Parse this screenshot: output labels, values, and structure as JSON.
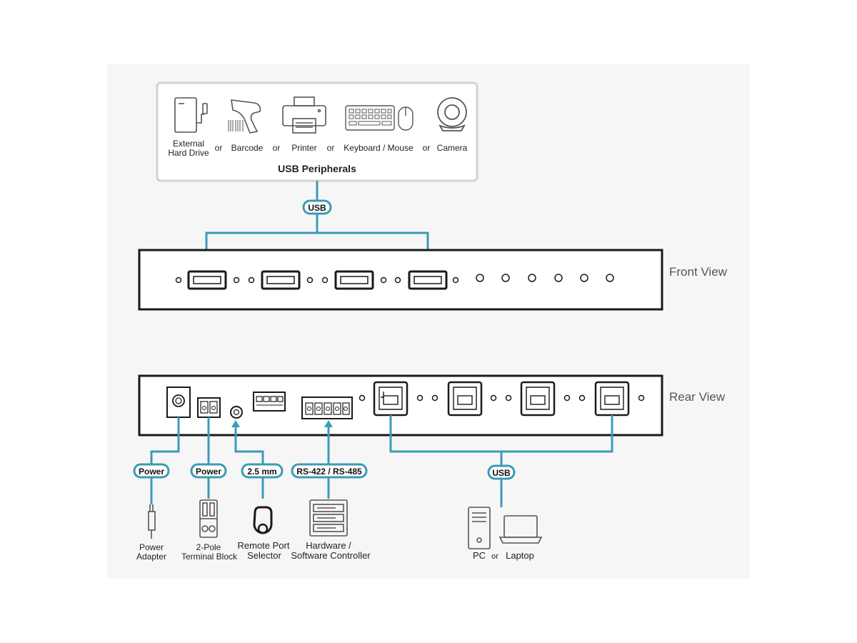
{
  "colors": {
    "panel_bg": "#f6f6f6",
    "wire": "#3c9bb5",
    "icon_stroke": "#555555",
    "device_stroke": "#1a1a1a"
  },
  "usb_peripherals": {
    "title": "USB Peripherals",
    "items": [
      {
        "label_line1": "External",
        "label_line2": "Hard Drive",
        "icon": "external-hard-drive-icon"
      },
      {
        "label_line1": "Barcode",
        "label_line2": "",
        "icon": "barcode-scanner-icon"
      },
      {
        "label_line1": "Printer",
        "label_line2": "",
        "icon": "printer-icon"
      },
      {
        "label_line1": "Keyboard / Mouse",
        "label_line2": "",
        "icon": "keyboard-mouse-icon"
      },
      {
        "label_line1": "Camera",
        "label_line2": "",
        "icon": "camera-icon"
      }
    ],
    "separator": "or"
  },
  "connections": {
    "usb_top": "USB",
    "power_adapter": "Power",
    "power_terminal": "Power",
    "remote": "2.5 mm",
    "serial": "RS-422 / RS-485",
    "usb_bottom": "USB"
  },
  "views": {
    "front": "Front View",
    "rear": "Rear View"
  },
  "bottom_devices": {
    "power_adapter": {
      "line1": "Power",
      "line2": "Adapter",
      "icon": "power-adapter-icon"
    },
    "terminal_block": {
      "line1": "2-Pole",
      "line2": "Terminal Block",
      "icon": "terminal-block-icon"
    },
    "remote_selector": {
      "line1": "Remote Port",
      "line2": "Selector",
      "icon": "remote-port-selector-icon"
    },
    "controller": {
      "line1": "Hardware /",
      "line2": "Software Controller",
      "icon": "server-rack-icon"
    },
    "computers": {
      "pc": "PC",
      "separator": "or",
      "laptop": "Laptop",
      "pc_icon": "pc-tower-icon",
      "laptop_icon": "laptop-icon"
    }
  }
}
